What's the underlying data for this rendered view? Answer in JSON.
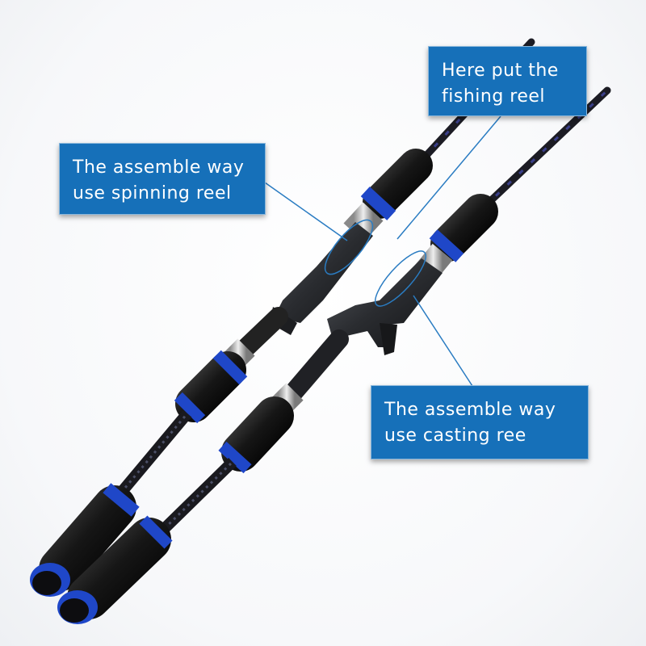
{
  "callouts": {
    "reel": {
      "line1": "Here put the",
      "line2": "fishing reel"
    },
    "spinning": {
      "line1": "The assemble way",
      "line2": "use spinning reel"
    },
    "casting": {
      "line1": "The assemble way",
      "line2": "use casting ree"
    }
  },
  "colors": {
    "callout_bg": "#1670b9",
    "leader_line": "#2a7cc2",
    "accent_ring": "#1f47c8",
    "grip_foam": "#111111",
    "reel_seat": "#2b2d31",
    "hood_metal": "#c8c8c8"
  },
  "icons": [
    "fishing-rod-spinning",
    "fishing-rod-casting"
  ]
}
